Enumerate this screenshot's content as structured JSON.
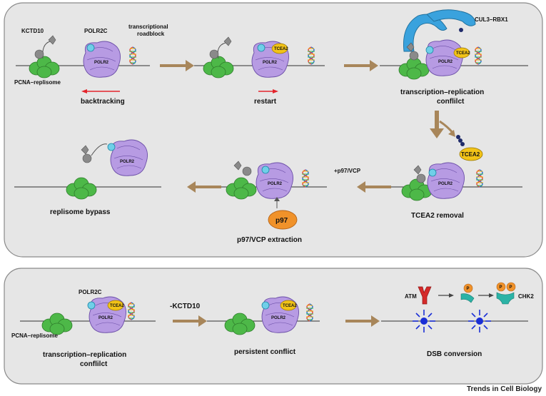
{
  "top_panel": {
    "labels": {
      "kctd10": "KCTD10",
      "polr2c": "POLR2C",
      "roadblock_line1": "transcriptional",
      "roadblock_line2": "roadblock",
      "pcna": "PCNA–replisome",
      "polr2": "POLR2",
      "tcea2": "TCEA2",
      "cul3": "CUL3–RBX1",
      "backtracking": "backtracking",
      "restart": "restart",
      "conflict_line1": "transcription–replication",
      "conflict_line2": "conflilct",
      "tcea2_removal": "TCEA2 removal",
      "p97_vcp": "+p97/VCP",
      "p97": "p97",
      "p97_extraction": "p97/VCP extraction",
      "replisome_bypass": "replisome bypass"
    }
  },
  "bottom_panel": {
    "labels": {
      "polr2c": "POLR2C",
      "pcna": "PCNA–replisome",
      "polr2": "POLR2",
      "tcea2": "TCEA2",
      "minus_kctd10": "-KCTD10",
      "conflict_line1": "transcription–replication",
      "conflict_line2": "conflilct",
      "persistent_conflict": "persistent conflict",
      "atm": "ATM",
      "chk2": "CHK2",
      "p": "P",
      "dsb_conversion": "DSB conversion"
    }
  },
  "footer": "Trends in Cell Biology",
  "colors": {
    "panel_fill": "#e6e6e6",
    "panel_stroke": "#8a8a8a",
    "replisome_green": "#4db848",
    "polr2_purple": "#b79be3",
    "tcea2_yellow": "#f2c318",
    "cul3_blue": "#3aa2dd",
    "p97_orange": "#f0922a",
    "flow_arrow_brown": "#a8865a",
    "backtrack_red": "#e3242b",
    "atm_red": "#d52a2a",
    "chk2_teal": "#2bb3a6",
    "dsb_blue": "#1b2fd6"
  }
}
